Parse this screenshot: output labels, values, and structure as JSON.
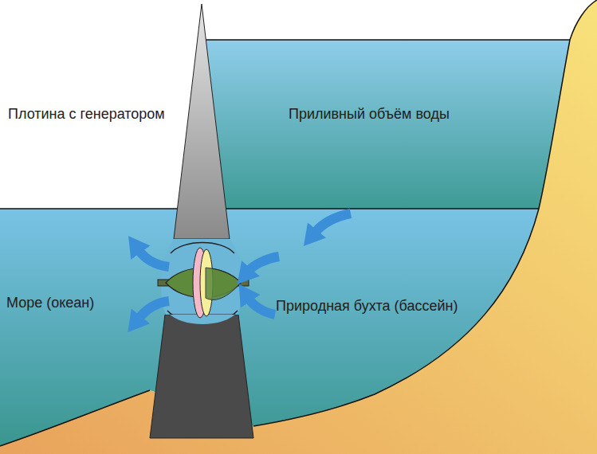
{
  "diagram": {
    "labels": [
      "Плотина с генератором",
      "Приливный объём воды",
      "Море (океан)",
      "Природная бухта (бассейн)"
    ]
  }
}
